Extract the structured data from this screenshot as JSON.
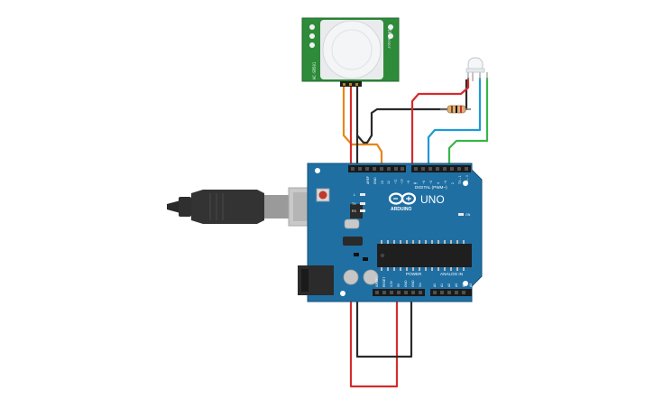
{
  "colors": {
    "board": "#1f6fa3",
    "board_edge": "#15527a",
    "pir_pcb": "#2e8b3a",
    "wire_red": "#d62b2b",
    "wire_black": "#2a2a2a",
    "wire_orange": "#e8861c",
    "wire_blue": "#1e9ad6",
    "wire_green": "#39b54a"
  },
  "arduino": {
    "model": "UNO",
    "brand": "ARDUINO",
    "header_digital": "DIGITAL (PWM~)",
    "header_power": "POWER",
    "header_analog": "ANALOG IN",
    "label_aref": "AREF",
    "label_gnd": "GND",
    "digital_pins": [
      "13",
      "12",
      "~11",
      "~10",
      "~9",
      "8",
      "7",
      "~6",
      "~5",
      "4",
      "~3",
      "2",
      "TX→1",
      "RX←0"
    ],
    "power_pins": [
      "IOREF",
      "RESET",
      "3.3V",
      "5V",
      "GND",
      "GND",
      "Vin"
    ],
    "analog_pins": [
      "A0",
      "A1",
      "A2",
      "A3",
      "A4",
      "A5"
    ],
    "led_l": "L",
    "led_tx": "TX",
    "led_rx": "RX",
    "on_label": "ON"
  },
  "pir": {
    "side_text_left": "HC-SR501",
    "side_text_right": "PIR Sensor"
  },
  "icons": {
    "usb": "usb-cable-icon",
    "infinity": "arduino-infinity-logo-icon"
  }
}
